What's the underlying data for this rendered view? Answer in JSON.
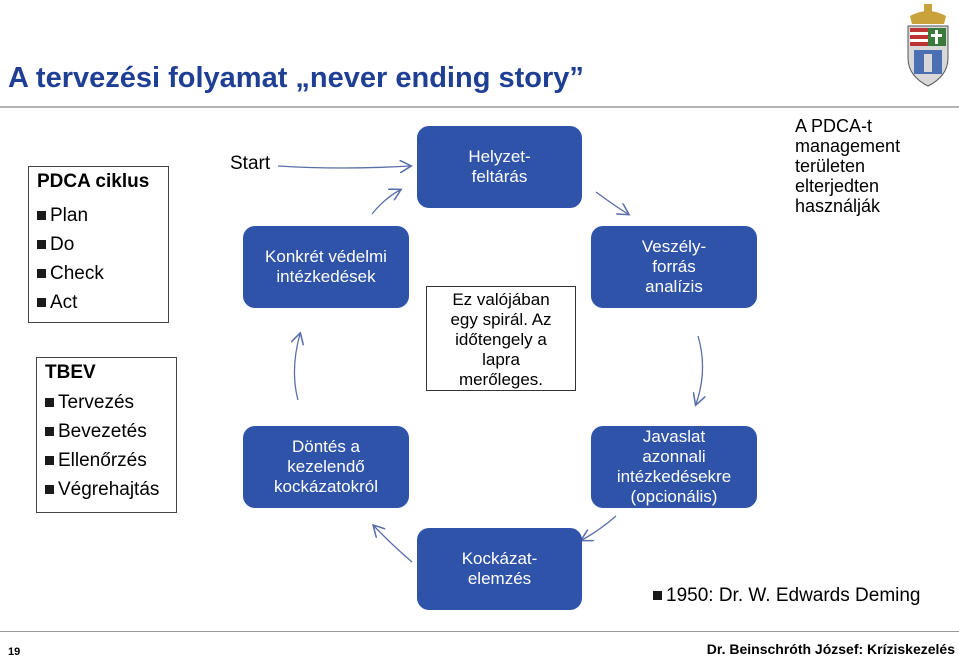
{
  "title": "A tervezési folyamat „never ending story”",
  "pdca": {
    "heading": "PDCA ciklus",
    "items": [
      "Plan",
      "Do",
      "Check",
      "Act"
    ]
  },
  "tbev": {
    "heading": "TBEV",
    "items": [
      "Tervezés",
      "Bevezetés",
      "Ellenőrzés",
      "Végrehajtás"
    ]
  },
  "start_label": "Start",
  "nodes": {
    "helyzet": [
      "Helyzet-",
      "feltárás"
    ],
    "veszely": [
      "Veszély-",
      "forrás",
      "analízis"
    ],
    "javaslat": [
      "Javaslat",
      "azonnali",
      "intézkedésekre",
      "(opcionális)"
    ],
    "kockazat": [
      "Kockázat-",
      "elemzés"
    ],
    "dontes": [
      "Döntés a",
      "kezelendő",
      "kockázatokról"
    ],
    "konkret": [
      "Konkrét védelmi",
      "intézkedések"
    ]
  },
  "spiral_note": [
    "Ez valójában",
    "egy spirál. Az",
    "időtengely a",
    "lapra",
    "merőleges."
  ],
  "pdca_note": [
    "A PDCA-t",
    "management",
    "területen",
    "elterjedten",
    "használják"
  ],
  "deming": "1950: Dr. W. Edwards Deming",
  "footer": {
    "page_number": "19",
    "author": "Dr. Beinschróth József: Kríziskezelés"
  },
  "colors": {
    "title": "#1f3f95",
    "node_fill": "#2e53a8",
    "arrow": "#5a6fa8"
  },
  "icons": {
    "crest": "university-coat-of-arms-icon"
  }
}
